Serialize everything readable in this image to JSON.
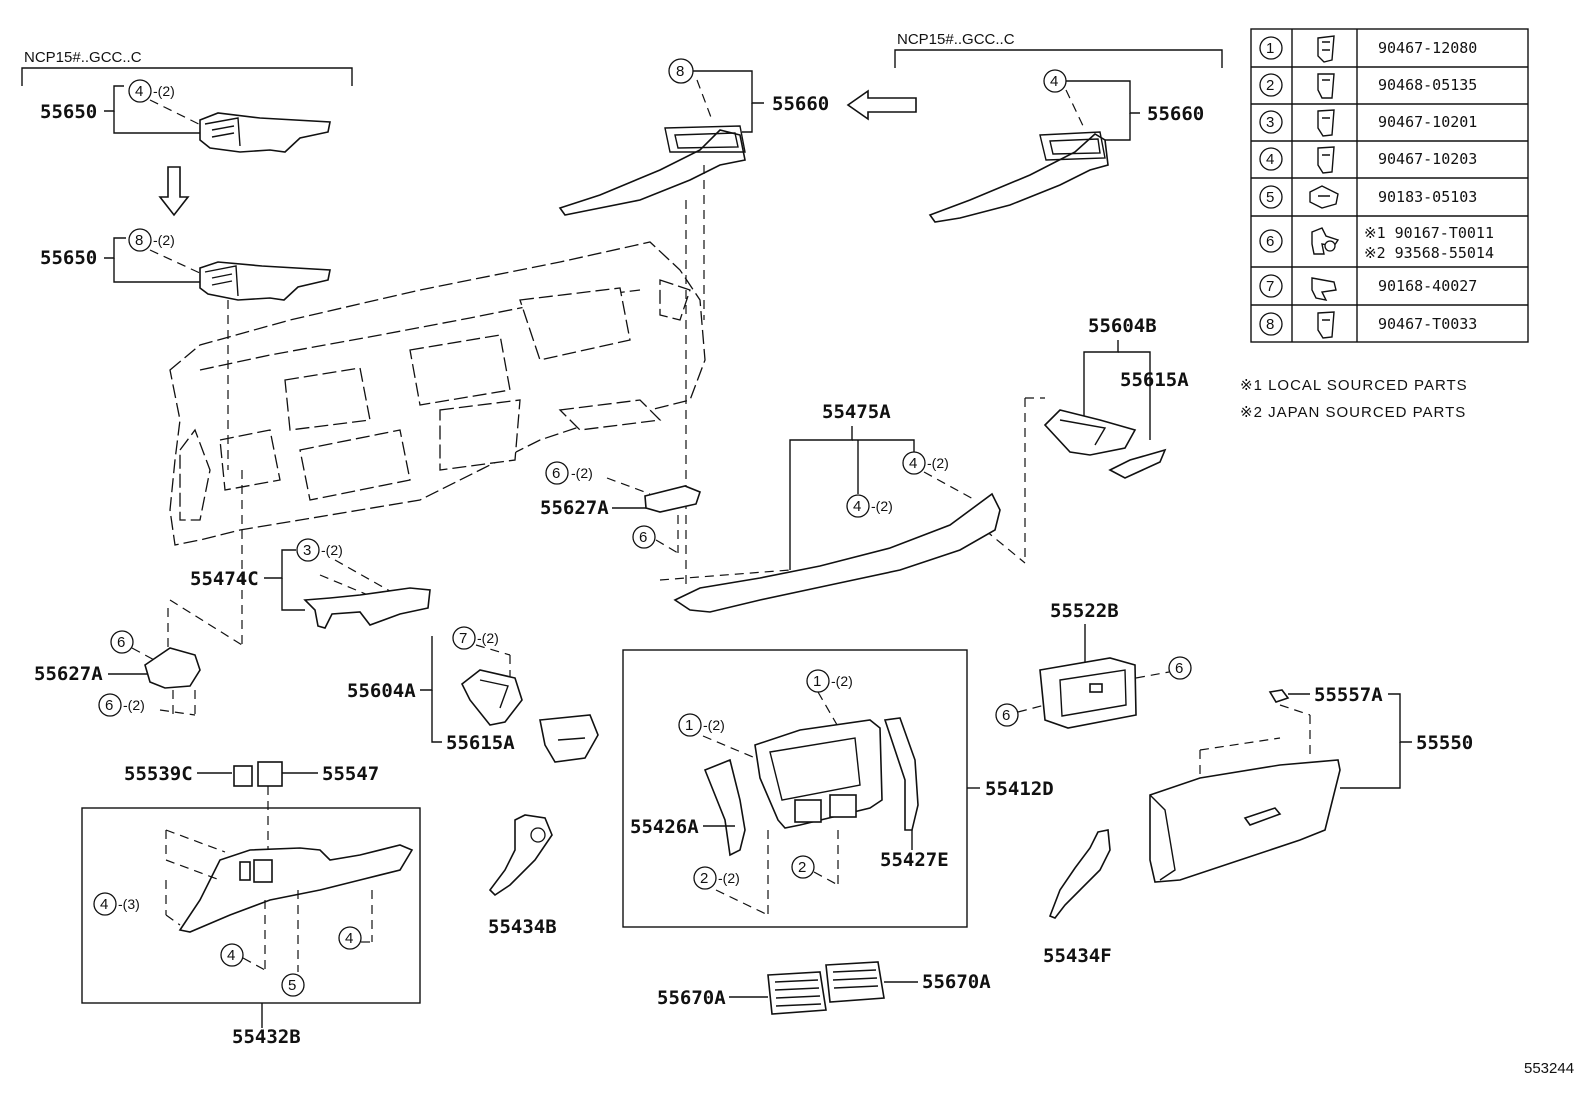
{
  "labels": {
    "ncp_left": "NCP15#..GCC..C",
    "ncp_right": "NCP15#..GCC..C",
    "p55650_top": "55650",
    "p55650_bot": "55650",
    "p55660_left": "55660",
    "p55660_right": "55660",
    "p55474C": "55474C",
    "p55627A_left": "55627A",
    "p55627A_mid": "55627A",
    "p55604A": "55604A",
    "p55615A_left": "55615A",
    "p55539C": "55539C",
    "p55547": "55547",
    "p55432B": "55432B",
    "p55434B": "55434B",
    "p55475A": "55475A",
    "p55604B": "55604B",
    "p55615A_right": "55615A",
    "p55522B": "55522B",
    "p55557A": "55557A",
    "p55550": "55550",
    "p55412D": "55412D",
    "p55426A": "55426A",
    "p55427E": "55427E",
    "p55434F": "55434F",
    "p55670A_left": "55670A",
    "p55670A_right": "55670A",
    "diagram_id": "553244"
  },
  "callouts": {
    "c4_q2_a": "4",
    "q2_a": "-(2)",
    "c8_q2": "8",
    "q2_b": "-(2)",
    "c8_top": "8",
    "c4_right": "4",
    "c3_q2": "3",
    "q2_c": "-(2)",
    "c6_a": "6",
    "c6_q2_a": "6",
    "q2_d": "-(2)",
    "c7_q2": "7",
    "q2_e": "-(2)",
    "c6_q2_b": "6",
    "q2_f": "-(2)",
    "c6_b": "6",
    "c4_q2_b": "4",
    "q2_g": "-(2)",
    "c4_q2_c": "4",
    "q2_h": "-(2)",
    "c4_q3": "4",
    "q3": "-(3)",
    "c4_a": "4",
    "c4_b": "4",
    "c5": "5",
    "c1_q2_a": "1",
    "q2_i": "-(2)",
    "c1_q2_b": "1",
    "q2_j": "-(2)",
    "c2_q2": "2",
    "q2_k": "-(2)",
    "c2": "2",
    "c6_c": "6",
    "c6_d": "6"
  },
  "fastener_table": [
    {
      "num": "1",
      "icon": "clip-icon",
      "part": "90467-12080"
    },
    {
      "num": "2",
      "icon": "clip-icon",
      "part": "90468-05135"
    },
    {
      "num": "3",
      "icon": "clip-icon",
      "part": "90467-10201"
    },
    {
      "num": "4",
      "icon": "clip-icon",
      "part": "90467-10203"
    },
    {
      "num": "5",
      "icon": "nut-icon",
      "part": "90183-05103"
    },
    {
      "num": "6",
      "icon": "screw-icon",
      "part1": "※1  90167-T0011",
      "part2": "※2  93568-55014"
    },
    {
      "num": "7",
      "icon": "screw-icon",
      "part": "90168-40027"
    },
    {
      "num": "8",
      "icon": "clip-icon",
      "part": "90467-T0033"
    }
  ],
  "notes": {
    "n1": "※1  LOCAL  SOURCED  PARTS",
    "n2": "※2  JAPAN  SOURCED  PARTS"
  }
}
